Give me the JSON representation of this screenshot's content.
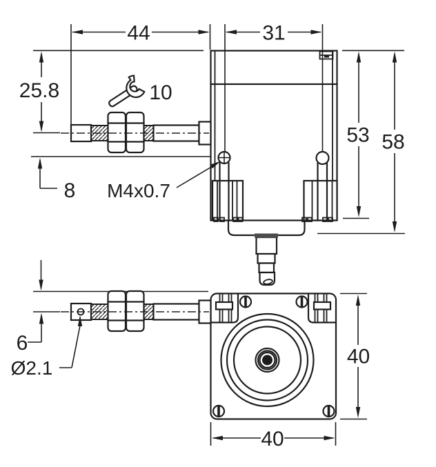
{
  "drawing": {
    "side_view": {
      "dim_rod_to_body": "44",
      "dim_mount_hole_spacing": "31",
      "dim_top_to_axis": "25.8",
      "dim_axis_to_mount_screw": "8",
      "dim_body_height": "53",
      "dim_total_height": "58",
      "mount_thread_label": "M4x0.7",
      "wrench_size": "10"
    },
    "front_view": {
      "dim_surface_to_axis": "6",
      "clevis_hole_diameter": "Ø2.1",
      "dim_flange_height": "40",
      "dim_flange_width": "40"
    },
    "colors": {
      "line": "#1c1c1c",
      "background": "#ffffff",
      "gland": "#4c4c4c"
    }
  }
}
